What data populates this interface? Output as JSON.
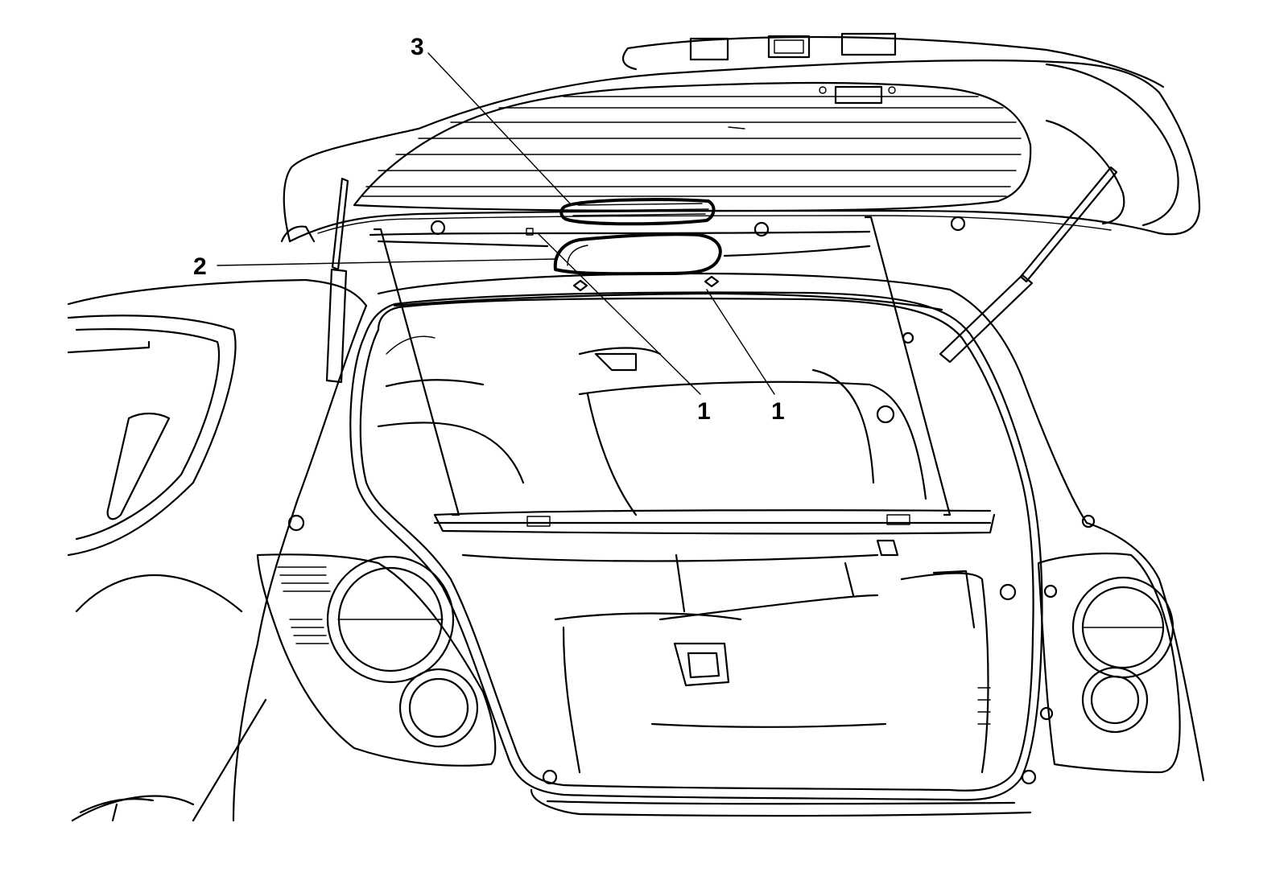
{
  "callouts": [
    {
      "id": "c1a",
      "label": "1"
    },
    {
      "id": "c1b",
      "label": "1"
    },
    {
      "id": "c2",
      "label": "2"
    },
    {
      "id": "c3",
      "label": "3"
    }
  ]
}
